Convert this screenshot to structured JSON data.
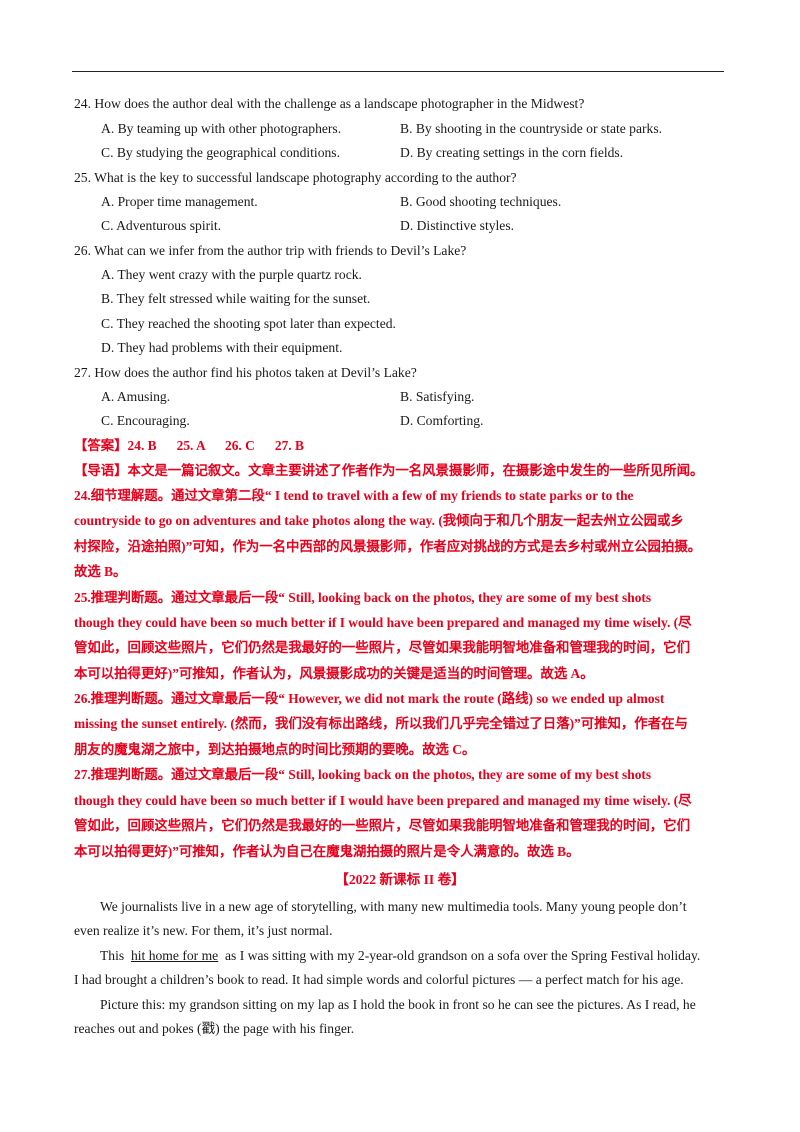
{
  "questions": [
    {
      "stem": "24.  How does the author deal with the challenge as a landscape photographer in the Midwest?",
      "A": "A.  By teaming up with other photographers.",
      "B": "B.  By shooting in the countryside or state parks.",
      "C": "C.  By studying the geographical conditions.",
      "D": "D.  By creating settings in the corn fields."
    },
    {
      "stem": "25.  What is the key to successful landscape photography according to the author?",
      "A": "A.  Proper time management.",
      "B": "B.  Good shooting techniques.",
      "C": "C.  Adventurous spirit.",
      "D": "D.  Distinctive styles."
    },
    {
      "stem": "26.  What can we infer from the author trip with friends to Devil’s Lake?",
      "A": "A.  They went crazy with the purple quartz rock.",
      "B": "B.  They felt stressed while waiting for the sunset.",
      "C": "C.  They reached the shooting spot later than expected.",
      "D": "D.  They had problems with their equipment."
    },
    {
      "stem": "27.  How does the author find his photos taken at Devil’s Lake?",
      "A": "A.  Amusing.",
      "B": "B.  Satisfying.",
      "C": "C.  Encouraging.",
      "D": "D.  Comforting."
    }
  ],
  "answers": {
    "line": "【答案】24. B      25. A      26. C      27. B"
  },
  "analysis": [
    "【导语】本文是一篇记叙文。文章主要讲述了作者作为一名风景摄影师，在摄影途中发生的一些所见所闻。",
    "24.细节理解题。通过文章第二段“ I tend to travel with a few of my friends to state parks or to the",
    "countryside to go on adventures and take photos along the way. (我倾向于和几个朋友一起去州立公园或乡",
    "村探险，沿途拍照)”可知，作为一名中西部的风景摄影师，作者应对挑战的方式是去乡村或州立公园拍摄。",
    "故选 B。",
    "25.推理判断题。通过文章最后一段“ Still, looking back on the photos, they are some of my best shots",
    "though they could have been so much better if I would have been prepared and managed my time wisely. (尽",
    "管如此，回顾这些照片，它们仍然是我最好的一些照片，尽管如果我能明智地准备和管理我的时间，它们",
    "本可以拍得更好)”可推知，作者认为，风景摄影成功的关键是适当的时间管理。故选 A。",
    "26.推理判断题。通过文章最后一段“ However, we did not mark the route (路线) so we ended up almost",
    "missing the sunset entirely. (然而，我们没有标出路线，所以我们几乎完全错过了日落)”可推知，作者在与",
    "朋友的魔鬼湖之旅中，到达拍摄地点的时间比预期的要晚。故选 C。",
    "27.推理判断题。通过文章最后一段“ Still, looking back on the photos, they are some of my best shots",
    "though they could have been so much better if I would have been prepared and managed my time wisely. (尽",
    "管如此，回顾这些照片，它们仍然是我最好的一些照片，尽管如果我能明智地准备和管理我的时间，它们",
    "本可以拍得更好)”可推知，作者认为自己在魔鬼湖拍摄的照片是令人满意的。故选 B。"
  ],
  "section_title": "【2022 新课标 II 卷】",
  "passage": {
    "p1a": "We journalists live in a new age of storytelling, with many new multimedia tools. Many young people don’t",
    "p1b": "even realize it’s new. For them, it’s just normal.",
    "p2_pre": "This  ",
    "p2_underline": "hit home for me",
    "p2_post": "  as I was sitting with my 2-year-old grandson on a sofa over the Spring Festival holiday.",
    "p2b": "I had brought a children’s book to read. It had simple words and colorful pictures — a perfect match for his age.",
    "p3a": "Picture this: my grandson sitting on my lap as I hold the book in front so he can see the pictures. As I read, he",
    "p3b": "reaches out and pokes (戳) the page with his finger."
  }
}
